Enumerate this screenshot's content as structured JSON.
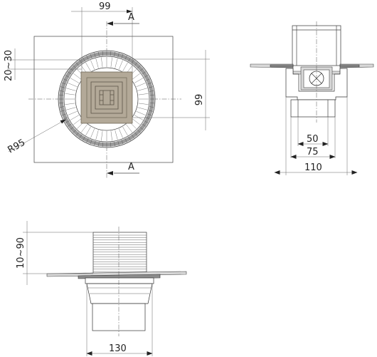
{
  "top_view": {
    "dim_width": "99",
    "dim_height": "99",
    "dim_offset": "20~30",
    "dim_radius": "R95",
    "section_top": "A",
    "section_bottom": "A",
    "grate_color": "#b3a998",
    "grate_edge_color": "#6e6656"
  },
  "section_view": {
    "dim_inner": "50",
    "dim_mid": "75",
    "dim_outer": "110"
  },
  "side_view": {
    "dim_height": "10~90",
    "dim_diameter": "130"
  }
}
